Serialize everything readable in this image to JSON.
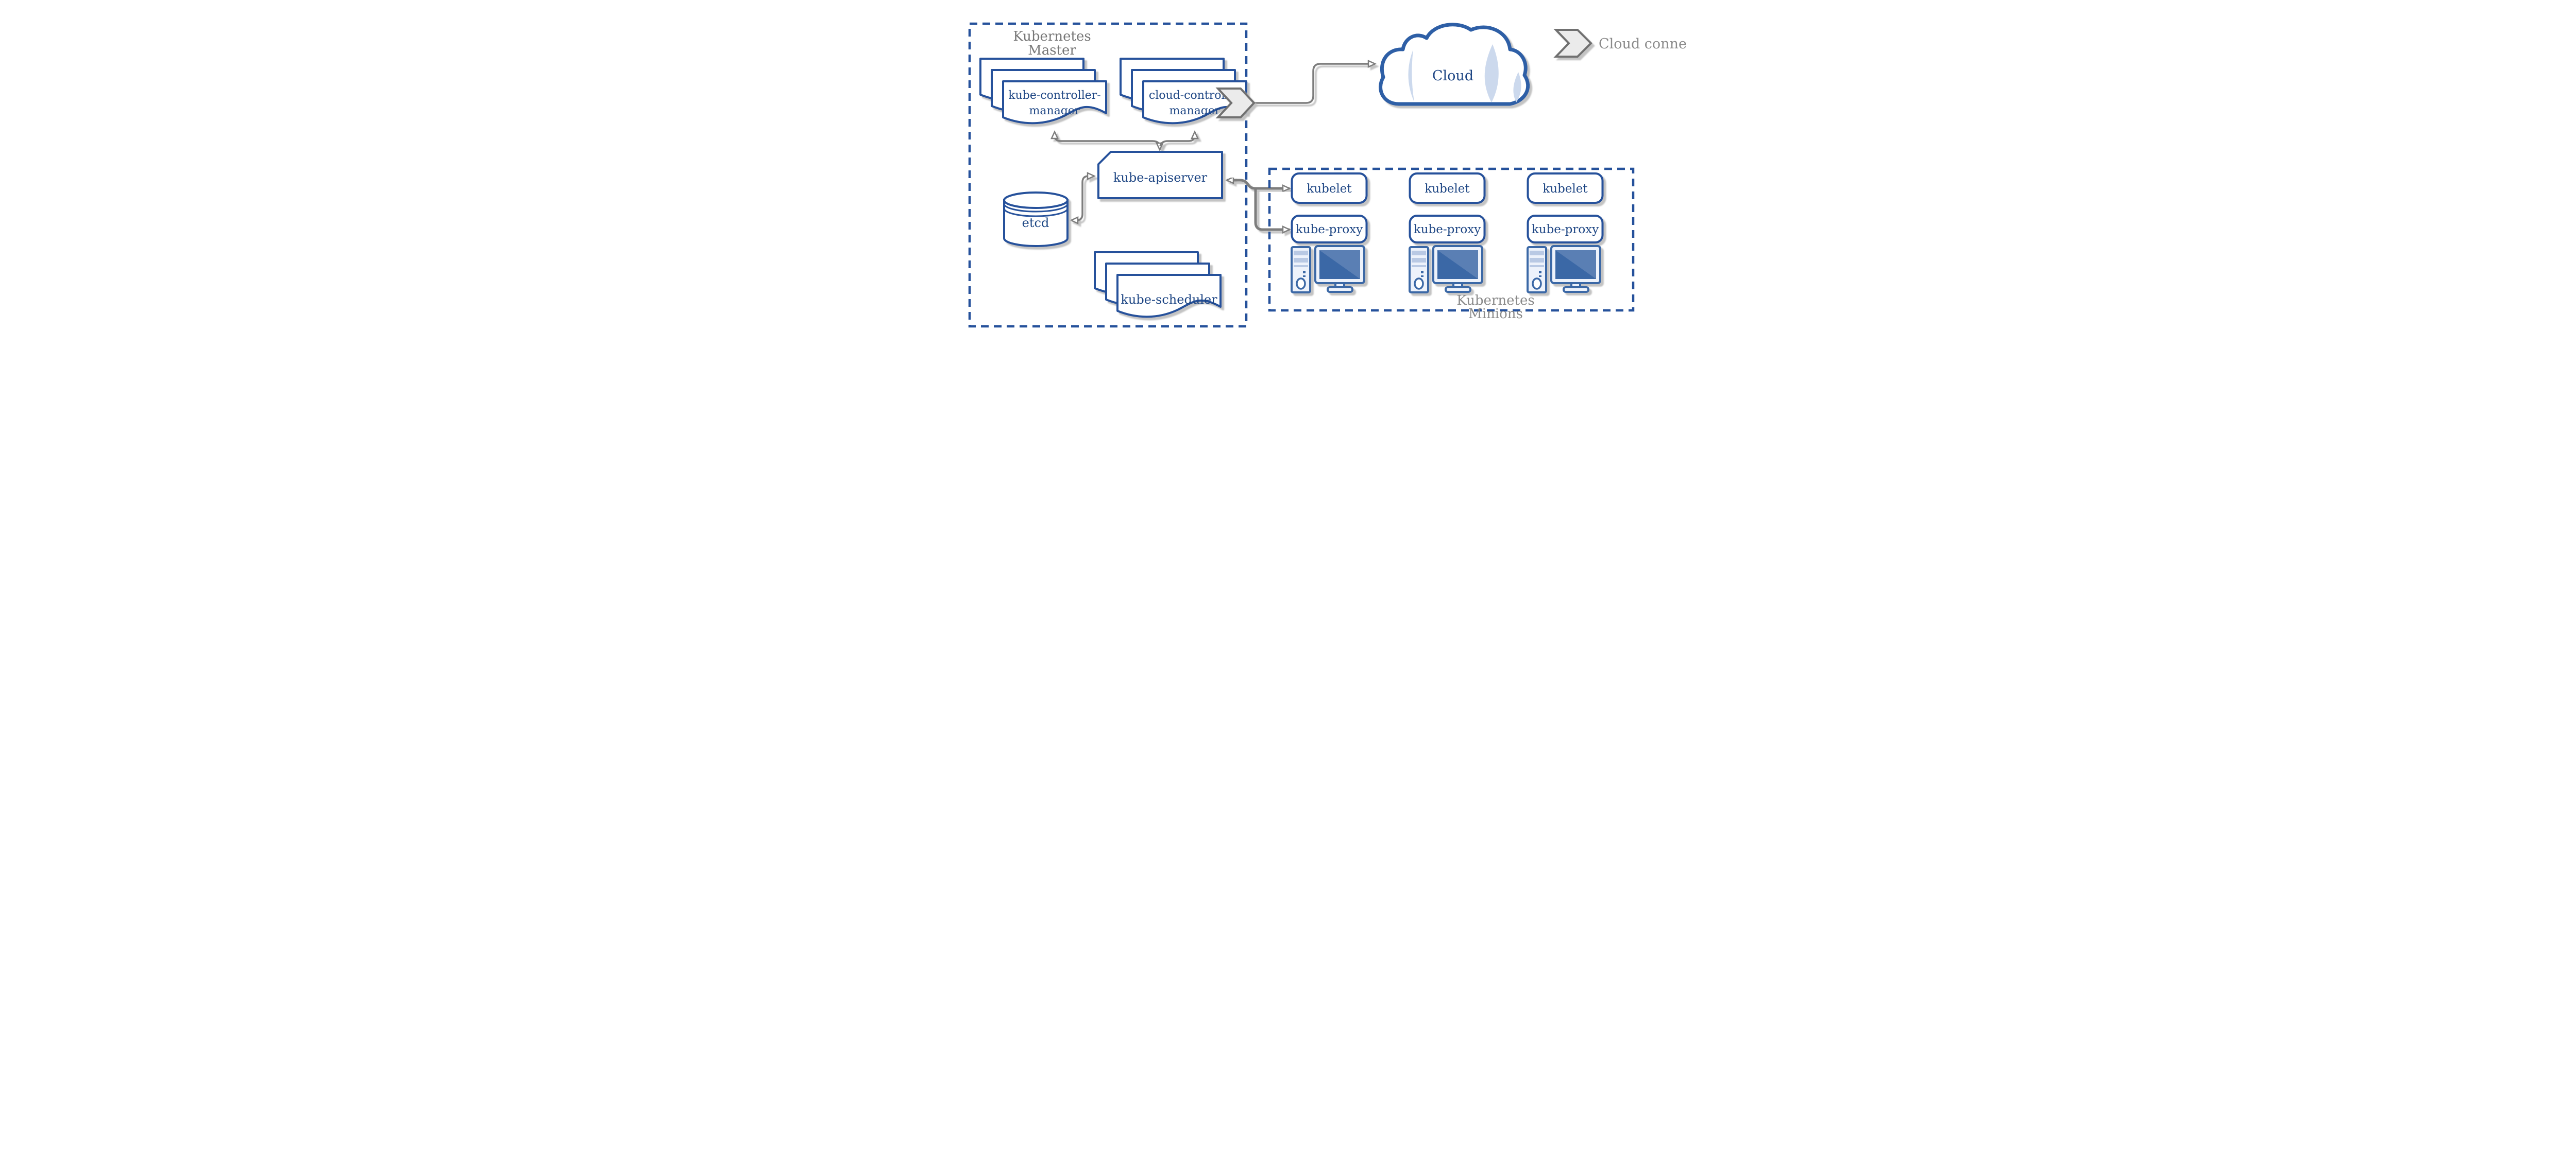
{
  "colors": {
    "primary_blue": "#25519b",
    "navy_text": "#1e4684",
    "gray_label": "#777777",
    "gray_label_light": "#8a8a8a",
    "arrow_gray": "#7d7d7d",
    "light_blue_accent": "#ccd9ed",
    "computer_blue": "#3b67a6",
    "computer_fill": "#edf2fb",
    "chevron_fill": "#ebebeb",
    "shadow": "#c0c0c0"
  },
  "master": {
    "label_line1": "Kubernetes",
    "label_line2": "Master",
    "kube_controller_manager_line1": "kube-controller-",
    "kube_controller_manager_line2": "manager",
    "cloud_controller_manager_line1": "cloud-controller",
    "cloud_controller_manager_line2": "manager",
    "kube_apiserver": "kube-apiserver",
    "etcd": "etcd",
    "kube_scheduler": "kube-scheduler"
  },
  "cloud": {
    "label": "Cloud"
  },
  "legend": {
    "label": "Cloud connector"
  },
  "minions": {
    "label_line1": "Kubernetes",
    "label_line2": "Minions",
    "columns": [
      {
        "kubelet": "kubelet",
        "kube_proxy": "kube-proxy"
      },
      {
        "kubelet": "kubelet",
        "kube_proxy": "kube-proxy"
      },
      {
        "kubelet": "kubelet",
        "kube_proxy": "kube-proxy"
      }
    ]
  }
}
